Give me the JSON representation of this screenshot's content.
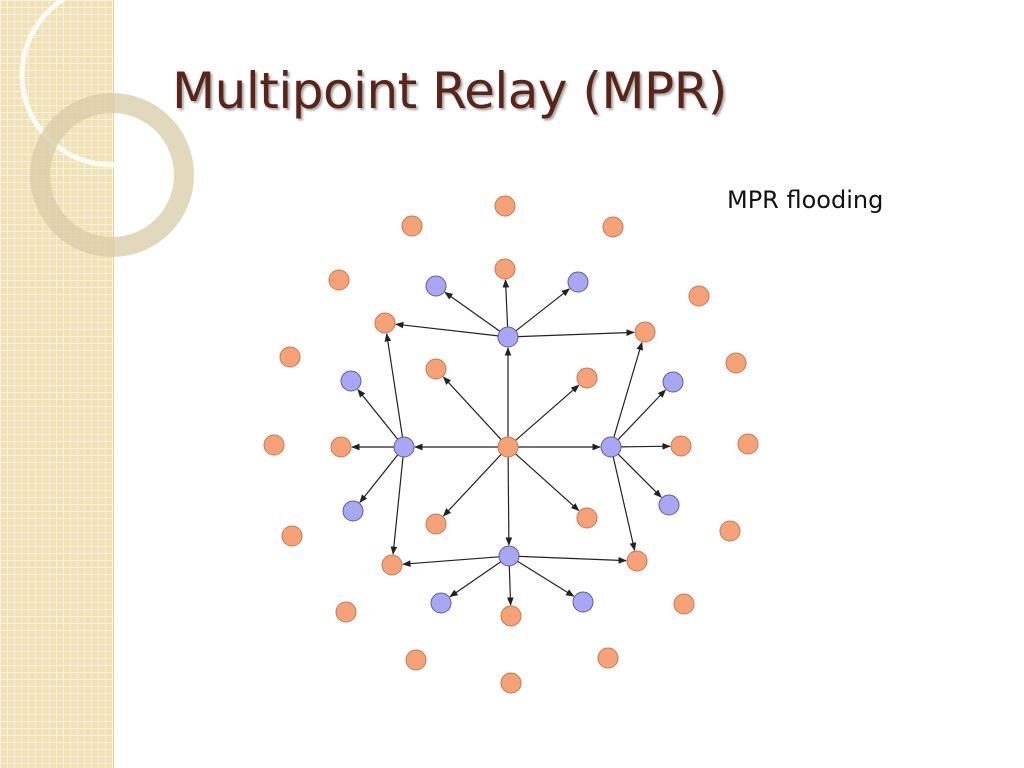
{
  "slide": {
    "title": "Multipoint Relay (MPR)",
    "caption": "MPR flooding"
  },
  "colors": {
    "background": "#ffffff",
    "side_strip": "#f1e2b6",
    "title": "#5a2418",
    "orange_node": "#f6a278",
    "orange_node_stroke": "#c8784f",
    "blue_node": "#a9a6f2",
    "blue_node_stroke": "#5d5aa8",
    "arrow": "#222222"
  },
  "diagram": {
    "node_types": [
      "orange",
      "blue"
    ]
  }
}
